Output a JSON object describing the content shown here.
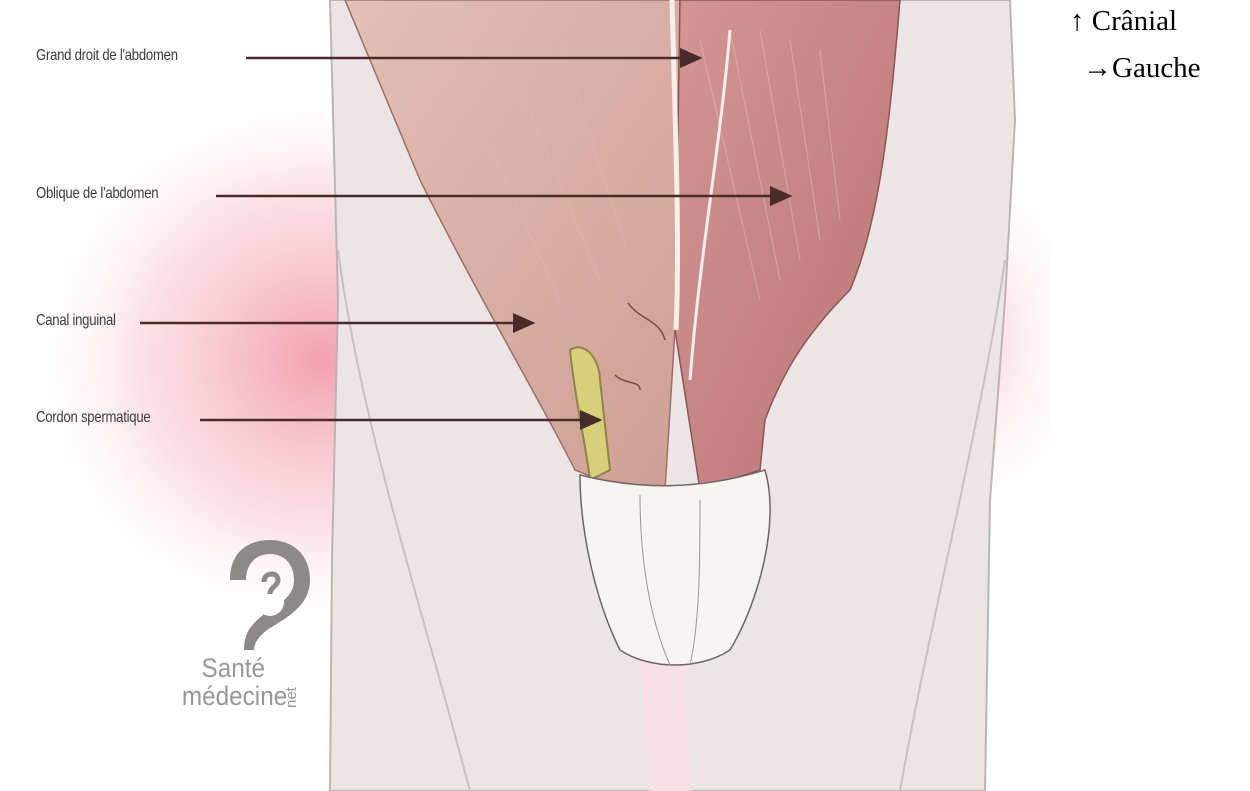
{
  "labels": [
    {
      "id": "grand-droit",
      "text": "Grand droit de l'abdomen"
    },
    {
      "id": "oblique",
      "text": "Oblique de l'abdomen"
    },
    {
      "id": "canal-inguinal",
      "text": "Canal inguinal"
    },
    {
      "id": "cordon",
      "text": "Cordon spermatique"
    }
  ],
  "orientation": {
    "cranial": "↑ Crânial",
    "gauche": "→Gauche"
  },
  "logo": {
    "line1": "Santé",
    "line2": "médecine",
    "side": "net",
    "icon": "question-mark-icon"
  },
  "colors": {
    "muscle_left": "#d9b3aa",
    "muscle_right": "#c98b8b",
    "skin": "#ece4e4",
    "cord": "#d8cf7a",
    "glow": "#f2a5b3",
    "arrow": "#4a2b2b"
  }
}
